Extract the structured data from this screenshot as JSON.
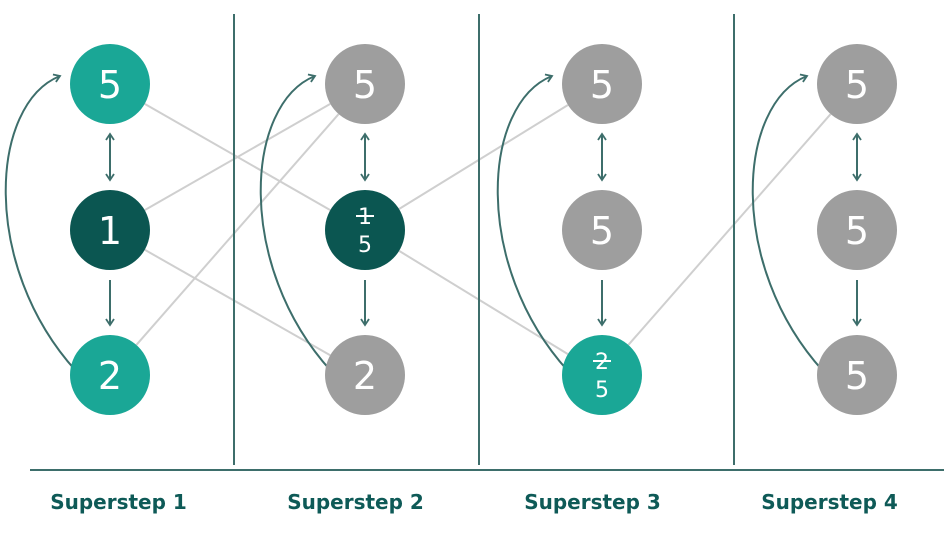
{
  "colors": {
    "teal": "#1aa796",
    "dark": "#0b5651",
    "gray": "#9e9e9e",
    "edge": "#cfcfcf",
    "line": "#3d6e6b",
    "text": "#0e5a57"
  },
  "columns": [
    {
      "label": "Superstep 1",
      "nodes": [
        {
          "value": "5",
          "old": "",
          "state": "teal"
        },
        {
          "value": "1",
          "old": "",
          "state": "dark"
        },
        {
          "value": "2",
          "old": "",
          "state": "teal"
        }
      ]
    },
    {
      "label": "Superstep 2",
      "nodes": [
        {
          "value": "5",
          "old": "",
          "state": "gray"
        },
        {
          "value": "5",
          "old": "1",
          "state": "dark"
        },
        {
          "value": "2",
          "old": "",
          "state": "gray"
        }
      ]
    },
    {
      "label": "Superstep 3",
      "nodes": [
        {
          "value": "5",
          "old": "",
          "state": "gray"
        },
        {
          "value": "5",
          "old": "",
          "state": "gray"
        },
        {
          "value": "5",
          "old": "2",
          "state": "teal"
        }
      ]
    },
    {
      "label": "Superstep 4",
      "nodes": [
        {
          "value": "5",
          "old": "",
          "state": "gray"
        },
        {
          "value": "5",
          "old": "",
          "state": "gray"
        },
        {
          "value": "5",
          "old": "",
          "state": "gray"
        }
      ]
    }
  ]
}
